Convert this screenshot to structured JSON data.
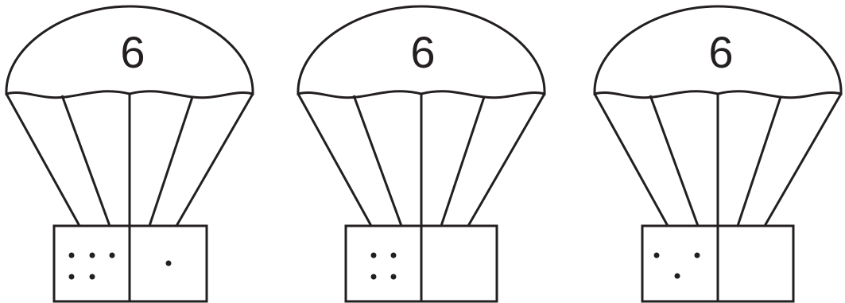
{
  "parachutes": [
    {
      "number": "6",
      "left_dots": 5,
      "right_dots": 1
    },
    {
      "number": "6",
      "left_dots": 4,
      "right_dots": 0
    },
    {
      "number": "6",
      "left_dots": 3,
      "right_dots": 0
    }
  ],
  "colors": {
    "line": "#231f20",
    "background": "#ffffff"
  }
}
